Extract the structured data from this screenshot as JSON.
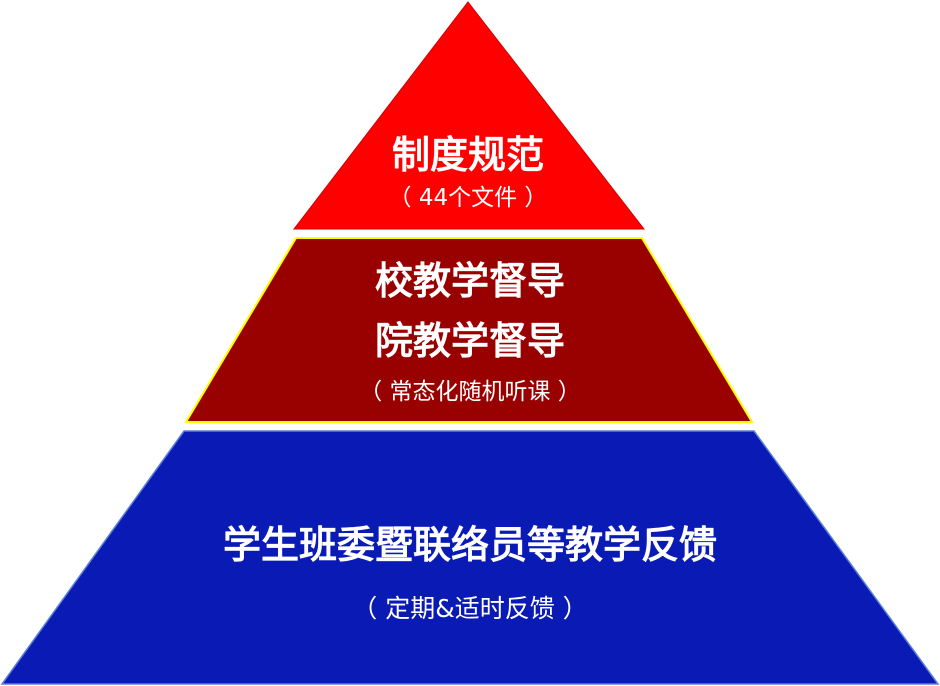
{
  "pyramid": {
    "top": {
      "title": "制度规范",
      "subtitle": "（ 44个文件 ）",
      "color": "#ff0000"
    },
    "middle": {
      "title_line1": "校教学督导",
      "title_line2": "院教学督导",
      "subtitle": "（ 常态化随机听课 ）",
      "color": "#990000",
      "border_color": "#ffff00"
    },
    "bottom": {
      "title": "学生班委暨联络员等教学反馈",
      "subtitle": "（ 定期&适时反馈 ）",
      "color": "#0a1ab4",
      "border_color": "#5b7fd6"
    }
  }
}
